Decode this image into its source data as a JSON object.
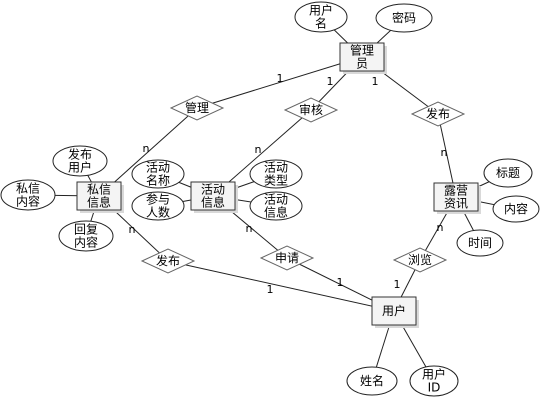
{
  "diagram": {
    "entities": [
      {
        "id": "admin",
        "lines": [
          "管理",
          "员"
        ]
      },
      {
        "id": "private_msg",
        "lines": [
          "私信",
          "信息"
        ]
      },
      {
        "id": "activity",
        "lines": [
          "活动",
          "信息"
        ]
      },
      {
        "id": "news",
        "lines": [
          "露营",
          "资讯"
        ]
      },
      {
        "id": "user",
        "lines": [
          "用户"
        ]
      }
    ],
    "attributes": [
      {
        "id": "admin_username",
        "entity": "admin",
        "lines": [
          "用户",
          "名"
        ]
      },
      {
        "id": "admin_password",
        "entity": "admin",
        "lines": [
          "密码"
        ]
      },
      {
        "id": "msg_publisher",
        "entity": "private_msg",
        "lines": [
          "发布",
          "用户"
        ]
      },
      {
        "id": "msg_content",
        "entity": "private_msg",
        "lines": [
          "私信",
          "内容"
        ]
      },
      {
        "id": "msg_reply",
        "entity": "private_msg",
        "lines": [
          "回复",
          "内容"
        ]
      },
      {
        "id": "act_name",
        "entity": "activity",
        "lines": [
          "活动",
          "名称"
        ]
      },
      {
        "id": "act_count",
        "entity": "activity",
        "lines": [
          "参与",
          "人数"
        ]
      },
      {
        "id": "act_type",
        "entity": "activity",
        "lines": [
          "活动",
          "类型"
        ]
      },
      {
        "id": "act_info",
        "entity": "activity",
        "lines": [
          "活动",
          "信息"
        ]
      },
      {
        "id": "news_title",
        "entity": "news",
        "lines": [
          "标题"
        ]
      },
      {
        "id": "news_content",
        "entity": "news",
        "lines": [
          "内容"
        ]
      },
      {
        "id": "news_time",
        "entity": "news",
        "lines": [
          "时间"
        ]
      },
      {
        "id": "user_name",
        "entity": "user",
        "lines": [
          "姓名"
        ]
      },
      {
        "id": "user_id",
        "entity": "user",
        "lines": [
          "用户",
          "ID"
        ]
      }
    ],
    "relationships": [
      {
        "id": "rel_manage",
        "label": "管理",
        "from": "admin",
        "from_card": "1",
        "to": "private_msg",
        "to_card": "n"
      },
      {
        "id": "rel_review",
        "label": "审核",
        "from": "admin",
        "from_card": "1",
        "to": "activity",
        "to_card": "n"
      },
      {
        "id": "rel_publish_news",
        "label": "发布",
        "from": "admin",
        "from_card": "1",
        "to": "news",
        "to_card": "n"
      },
      {
        "id": "rel_publish_msg",
        "label": "发布",
        "from": "user",
        "from_card": "1",
        "to": "private_msg",
        "to_card": "n"
      },
      {
        "id": "rel_apply",
        "label": "申请",
        "from": "user",
        "from_card": "1",
        "to": "activity",
        "to_card": "n"
      },
      {
        "id": "rel_browse",
        "label": "浏览",
        "from": "user",
        "from_card": "1",
        "to": "news",
        "to_card": "n"
      }
    ]
  }
}
